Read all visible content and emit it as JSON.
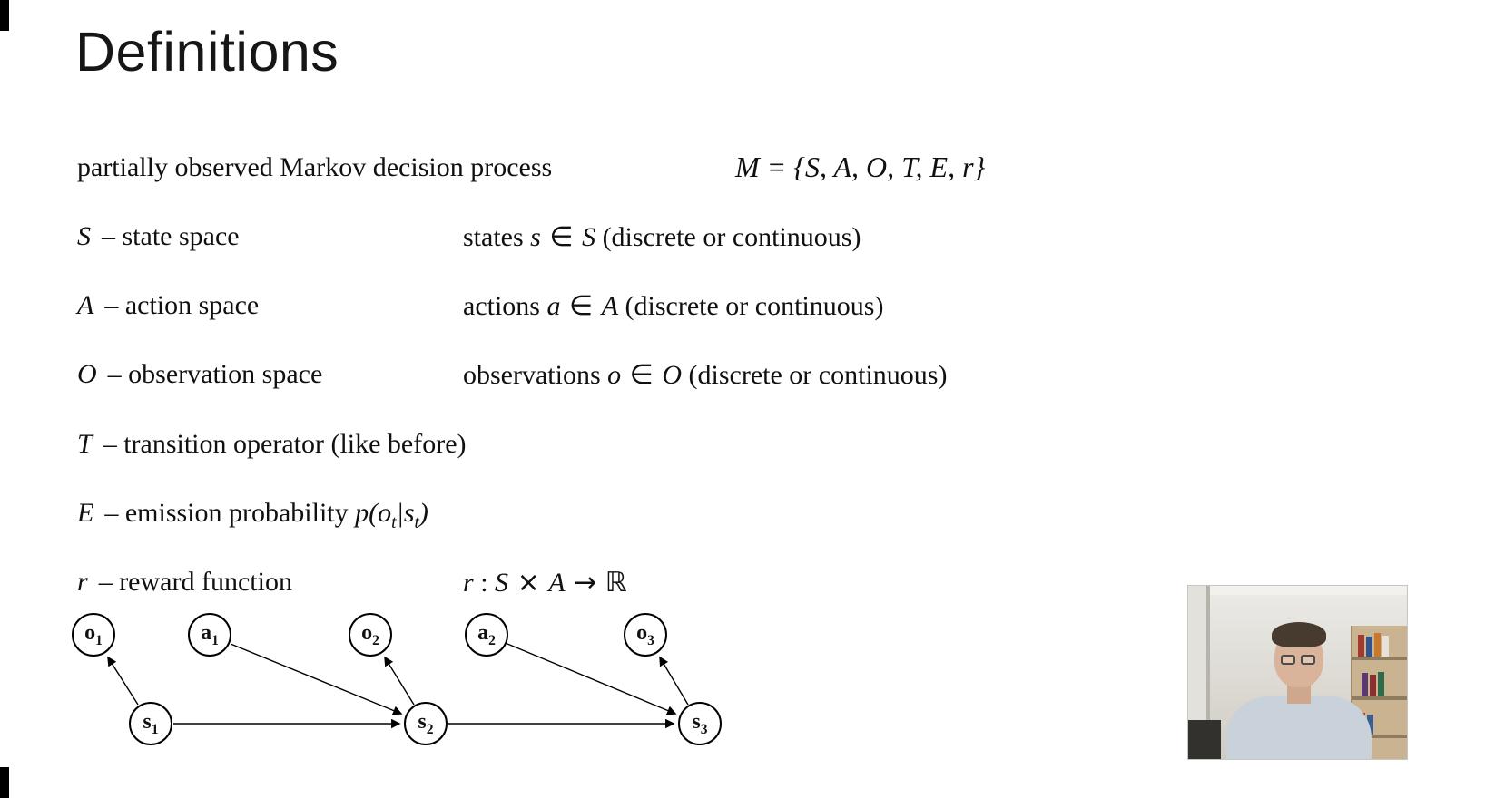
{
  "slide": {
    "title": "Definitions",
    "intro": {
      "text": "partially observed Markov decision process",
      "formula": "M = {S, A, O, T, E, r}"
    },
    "rows": [
      {
        "symbol": "S",
        "label": "– state space",
        "right": {
          "pre": "states ",
          "var": "s",
          "rel": " ∈ ",
          "set": "S",
          "post": " (discrete or continuous)"
        }
      },
      {
        "symbol": "A",
        "label": "– action space",
        "right": {
          "pre": "actions ",
          "var": "a",
          "rel": " ∈ ",
          "set": "A",
          "post": " (discrete or continuous)"
        }
      },
      {
        "symbol": "O",
        "label": "– observation space",
        "right": {
          "pre": "observations ",
          "var": "o",
          "rel": " ∈ ",
          "set": "O",
          "post": " (discrete or continuous)"
        }
      },
      {
        "symbol": "T",
        "label": "– transition operator (like before)"
      },
      {
        "symbol": "E",
        "label": "– emission probability",
        "math": {
          "pre": "p(o",
          "sub1": "t",
          "mid": "|s",
          "sub2": "t",
          "post": ")"
        }
      },
      {
        "symbol": "r",
        "label": "– reward function",
        "map": {
          "var": "r",
          "colon": " : ",
          "dom": "S",
          "times": " × ",
          "dom2": "A",
          "arrow": " → ",
          "codom": "ℝ"
        }
      }
    ],
    "diagram": {
      "nodes": [
        {
          "id": "o1",
          "base": "o",
          "sub": "1"
        },
        {
          "id": "a1",
          "base": "a",
          "sub": "1"
        },
        {
          "id": "o2",
          "base": "o",
          "sub": "2"
        },
        {
          "id": "a2",
          "base": "a",
          "sub": "2"
        },
        {
          "id": "o3",
          "base": "o",
          "sub": "3"
        },
        {
          "id": "s1",
          "base": "s",
          "sub": "1"
        },
        {
          "id": "s2",
          "base": "s",
          "sub": "2"
        },
        {
          "id": "s3",
          "base": "s",
          "sub": "3"
        }
      ],
      "edges": [
        {
          "from": "s1",
          "to": "o1"
        },
        {
          "from": "s1",
          "to": "s2"
        },
        {
          "from": "a1",
          "to": "s2"
        },
        {
          "from": "s2",
          "to": "o2"
        },
        {
          "from": "s2",
          "to": "s3"
        },
        {
          "from": "a2",
          "to": "s3"
        },
        {
          "from": "s3",
          "to": "o3"
        }
      ]
    },
    "colors": {
      "background": "#ffffff",
      "text": "#111111"
    }
  }
}
